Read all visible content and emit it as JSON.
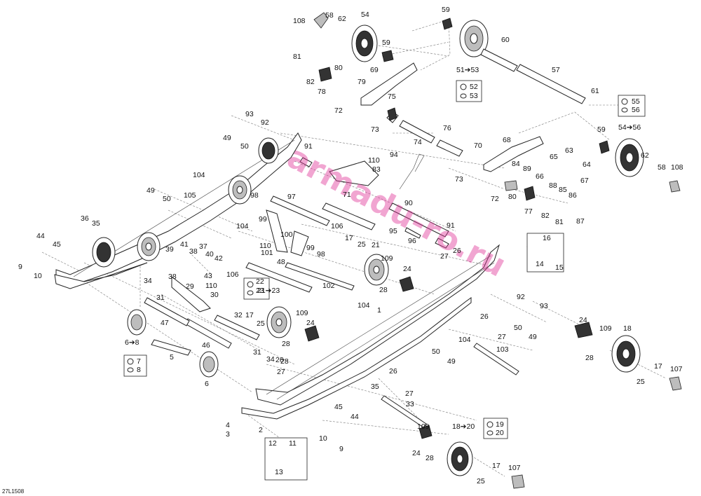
{
  "figure_code": "27L1508",
  "watermark": "armadu-ro.ru",
  "callouts": [
    {
      "id": "c108a",
      "text": "108"
    },
    {
      "id": "c58a",
      "text": "58"
    },
    {
      "id": "c62a",
      "text": "62"
    },
    {
      "id": "c54",
      "text": "54"
    },
    {
      "id": "c59a",
      "text": "59"
    },
    {
      "id": "c59b",
      "text": "59"
    },
    {
      "id": "c60",
      "text": "60"
    },
    {
      "id": "c81a",
      "text": "81"
    },
    {
      "id": "c80a",
      "text": "80"
    },
    {
      "id": "c82a",
      "text": "82"
    },
    {
      "id": "c79",
      "text": "79"
    },
    {
      "id": "c69",
      "text": "69"
    },
    {
      "id": "c78",
      "text": "78"
    },
    {
      "id": "c51",
      "text": "51➔53"
    },
    {
      "id": "c57",
      "text": "57"
    },
    {
      "id": "c72a",
      "text": "72"
    },
    {
      "id": "c75",
      "text": "75"
    },
    {
      "id": "c61",
      "text": "61"
    },
    {
      "id": "c73a",
      "text": "73"
    },
    {
      "id": "c93a",
      "text": "93"
    },
    {
      "id": "c92a",
      "text": "92"
    },
    {
      "id": "c76",
      "text": "76"
    },
    {
      "id": "c59c",
      "text": "59"
    },
    {
      "id": "c54b",
      "text": "54➔56"
    },
    {
      "id": "c49a",
      "text": "49"
    },
    {
      "id": "c50a",
      "text": "50"
    },
    {
      "id": "c91a",
      "text": "91"
    },
    {
      "id": "c110a",
      "text": "110"
    },
    {
      "id": "c83",
      "text": "83"
    },
    {
      "id": "c94",
      "text": "94"
    },
    {
      "id": "c74",
      "text": "74"
    },
    {
      "id": "c70",
      "text": "70"
    },
    {
      "id": "c68",
      "text": "68"
    },
    {
      "id": "c63",
      "text": "63"
    },
    {
      "id": "c84",
      "text": "84"
    },
    {
      "id": "c89",
      "text": "89"
    },
    {
      "id": "c65",
      "text": "65"
    },
    {
      "id": "c66",
      "text": "66"
    },
    {
      "id": "c64",
      "text": "64"
    },
    {
      "id": "c62b",
      "text": "62"
    },
    {
      "id": "c58b",
      "text": "58"
    },
    {
      "id": "c108b",
      "text": "108"
    },
    {
      "id": "c104a",
      "text": "104"
    },
    {
      "id": "c105",
      "text": "105"
    },
    {
      "id": "c73b",
      "text": "73"
    },
    {
      "id": "c72b",
      "text": "72"
    },
    {
      "id": "c80b",
      "text": "80"
    },
    {
      "id": "c77",
      "text": "77"
    },
    {
      "id": "c88",
      "text": "88"
    },
    {
      "id": "c85",
      "text": "85"
    },
    {
      "id": "c86",
      "text": "86"
    },
    {
      "id": "c67",
      "text": "67"
    },
    {
      "id": "c49b",
      "text": "49"
    },
    {
      "id": "c50b",
      "text": "50"
    },
    {
      "id": "c71",
      "text": "71"
    },
    {
      "id": "c97",
      "text": "97"
    },
    {
      "id": "c98a",
      "text": "98"
    },
    {
      "id": "c90",
      "text": "90"
    },
    {
      "id": "c82b",
      "text": "82"
    },
    {
      "id": "c81b",
      "text": "81"
    },
    {
      "id": "c87",
      "text": "87"
    },
    {
      "id": "c36",
      "text": "36"
    },
    {
      "id": "c35a",
      "text": "35"
    },
    {
      "id": "c104b",
      "text": "104"
    },
    {
      "id": "c99a",
      "text": "99"
    },
    {
      "id": "c100",
      "text": "100"
    },
    {
      "id": "c106a",
      "text": "106"
    },
    {
      "id": "c17a",
      "text": "17"
    },
    {
      "id": "c95",
      "text": "95"
    },
    {
      "id": "c91b",
      "text": "91"
    },
    {
      "id": "c44a",
      "text": "44"
    },
    {
      "id": "c45a",
      "text": "45"
    },
    {
      "id": "c110b",
      "text": "110"
    },
    {
      "id": "c101",
      "text": "101"
    },
    {
      "id": "c99b",
      "text": "99"
    },
    {
      "id": "c98b",
      "text": "98"
    },
    {
      "id": "c25a",
      "text": "25"
    },
    {
      "id": "c21a",
      "text": "21"
    },
    {
      "id": "c96",
      "text": "96"
    },
    {
      "id": "c26a",
      "text": "26"
    },
    {
      "id": "c39",
      "text": "39"
    },
    {
      "id": "c41",
      "text": "41"
    },
    {
      "id": "c38a",
      "text": "38"
    },
    {
      "id": "c37",
      "text": "37"
    },
    {
      "id": "c40",
      "text": "40"
    },
    {
      "id": "c42",
      "text": "42"
    },
    {
      "id": "c48a",
      "text": "48"
    },
    {
      "id": "c109a",
      "text": "109"
    },
    {
      "id": "c24a",
      "text": "24"
    },
    {
      "id": "c27a",
      "text": "27"
    },
    {
      "id": "c16",
      "text": "16"
    },
    {
      "id": "c14",
      "text": "14"
    },
    {
      "id": "c15",
      "text": "15"
    },
    {
      "id": "c9a",
      "text": "9"
    },
    {
      "id": "c10a",
      "text": "10"
    },
    {
      "id": "c34a",
      "text": "34"
    },
    {
      "id": "c38b",
      "text": "38"
    },
    {
      "id": "c43",
      "text": "43"
    },
    {
      "id": "c106b",
      "text": "106"
    },
    {
      "id": "c22",
      "text": "22"
    },
    {
      "id": "c23",
      "text": "23"
    },
    {
      "id": "c102",
      "text": "102"
    },
    {
      "id": "c28a",
      "text": "28"
    },
    {
      "id": "c29",
      "text": "29"
    },
    {
      "id": "c110c",
      "text": "110"
    },
    {
      "id": "c30",
      "text": "30"
    },
    {
      "id": "c21b",
      "text": "21➔23"
    },
    {
      "id": "c104c",
      "text": "104"
    },
    {
      "id": "c92b",
      "text": "92"
    },
    {
      "id": "c93b",
      "text": "93"
    },
    {
      "id": "c31a",
      "text": "31"
    },
    {
      "id": "c32",
      "text": "32"
    },
    {
      "id": "c17b",
      "text": "17"
    },
    {
      "id": "c1",
      "text": "1"
    },
    {
      "id": "c109b",
      "text": "109"
    },
    {
      "id": "c25b",
      "text": "25"
    },
    {
      "id": "c24b",
      "text": "24"
    },
    {
      "id": "c26b",
      "text": "26"
    },
    {
      "id": "c47",
      "text": "47"
    },
    {
      "id": "c24c",
      "text": "24"
    },
    {
      "id": "c109c",
      "text": "109"
    },
    {
      "id": "c18a",
      "text": "18"
    },
    {
      "id": "c6a",
      "text": "6➔8"
    },
    {
      "id": "c28b",
      "text": "28"
    },
    {
      "id": "c27b",
      "text": "27"
    },
    {
      "id": "c50c",
      "text": "50"
    },
    {
      "id": "c49c",
      "text": "49"
    },
    {
      "id": "c46",
      "text": "46"
    },
    {
      "id": "c31b",
      "text": "31"
    },
    {
      "id": "c34b",
      "text": "34"
    },
    {
      "id": "c28c",
      "text": "28"
    },
    {
      "id": "c104d",
      "text": "104"
    },
    {
      "id": "c103",
      "text": "103"
    },
    {
      "id": "c28d",
      "text": "28"
    },
    {
      "id": "c7",
      "text": "7"
    },
    {
      "id": "c8",
      "text": "8"
    },
    {
      "id": "c5",
      "text": "5"
    },
    {
      "id": "c26c",
      "text": "26"
    },
    {
      "id": "c27c",
      "text": "27"
    },
    {
      "id": "c50d",
      "text": "50"
    },
    {
      "id": "c49d",
      "text": "49"
    },
    {
      "id": "c17c",
      "text": "17"
    },
    {
      "id": "c107a",
      "text": "107"
    },
    {
      "id": "c6b",
      "text": "6"
    },
    {
      "id": "c26d",
      "text": "26"
    },
    {
      "id": "c27d",
      "text": "27"
    },
    {
      "id": "c25c",
      "text": "25"
    },
    {
      "id": "c35b",
      "text": "35"
    },
    {
      "id": "c33",
      "text": "33"
    },
    {
      "id": "c45b",
      "text": "45"
    },
    {
      "id": "c44b",
      "text": "44"
    },
    {
      "id": "c4",
      "text": "4"
    },
    {
      "id": "c2",
      "text": "2"
    },
    {
      "id": "c3",
      "text": "3"
    },
    {
      "id": "c10b",
      "text": "10"
    },
    {
      "id": "c9b",
      "text": "9"
    },
    {
      "id": "c109d",
      "text": "109"
    },
    {
      "id": "c18b",
      "text": "18➔20"
    },
    {
      "id": "c19",
      "text": "19"
    },
    {
      "id": "c20",
      "text": "20"
    },
    {
      "id": "c12",
      "text": "12"
    },
    {
      "id": "c11",
      "text": "11"
    },
    {
      "id": "c13",
      "text": "13"
    },
    {
      "id": "c24d",
      "text": "24"
    },
    {
      "id": "c28e",
      "text": "28"
    },
    {
      "id": "c17d",
      "text": "17"
    },
    {
      "id": "c107b",
      "text": "107"
    },
    {
      "id": "c25d",
      "text": "25"
    },
    {
      "id": "c52",
      "text": "52"
    },
    {
      "id": "c53",
      "text": "53"
    },
    {
      "id": "c55",
      "text": "55"
    },
    {
      "id": "c56",
      "text": "56"
    }
  ]
}
